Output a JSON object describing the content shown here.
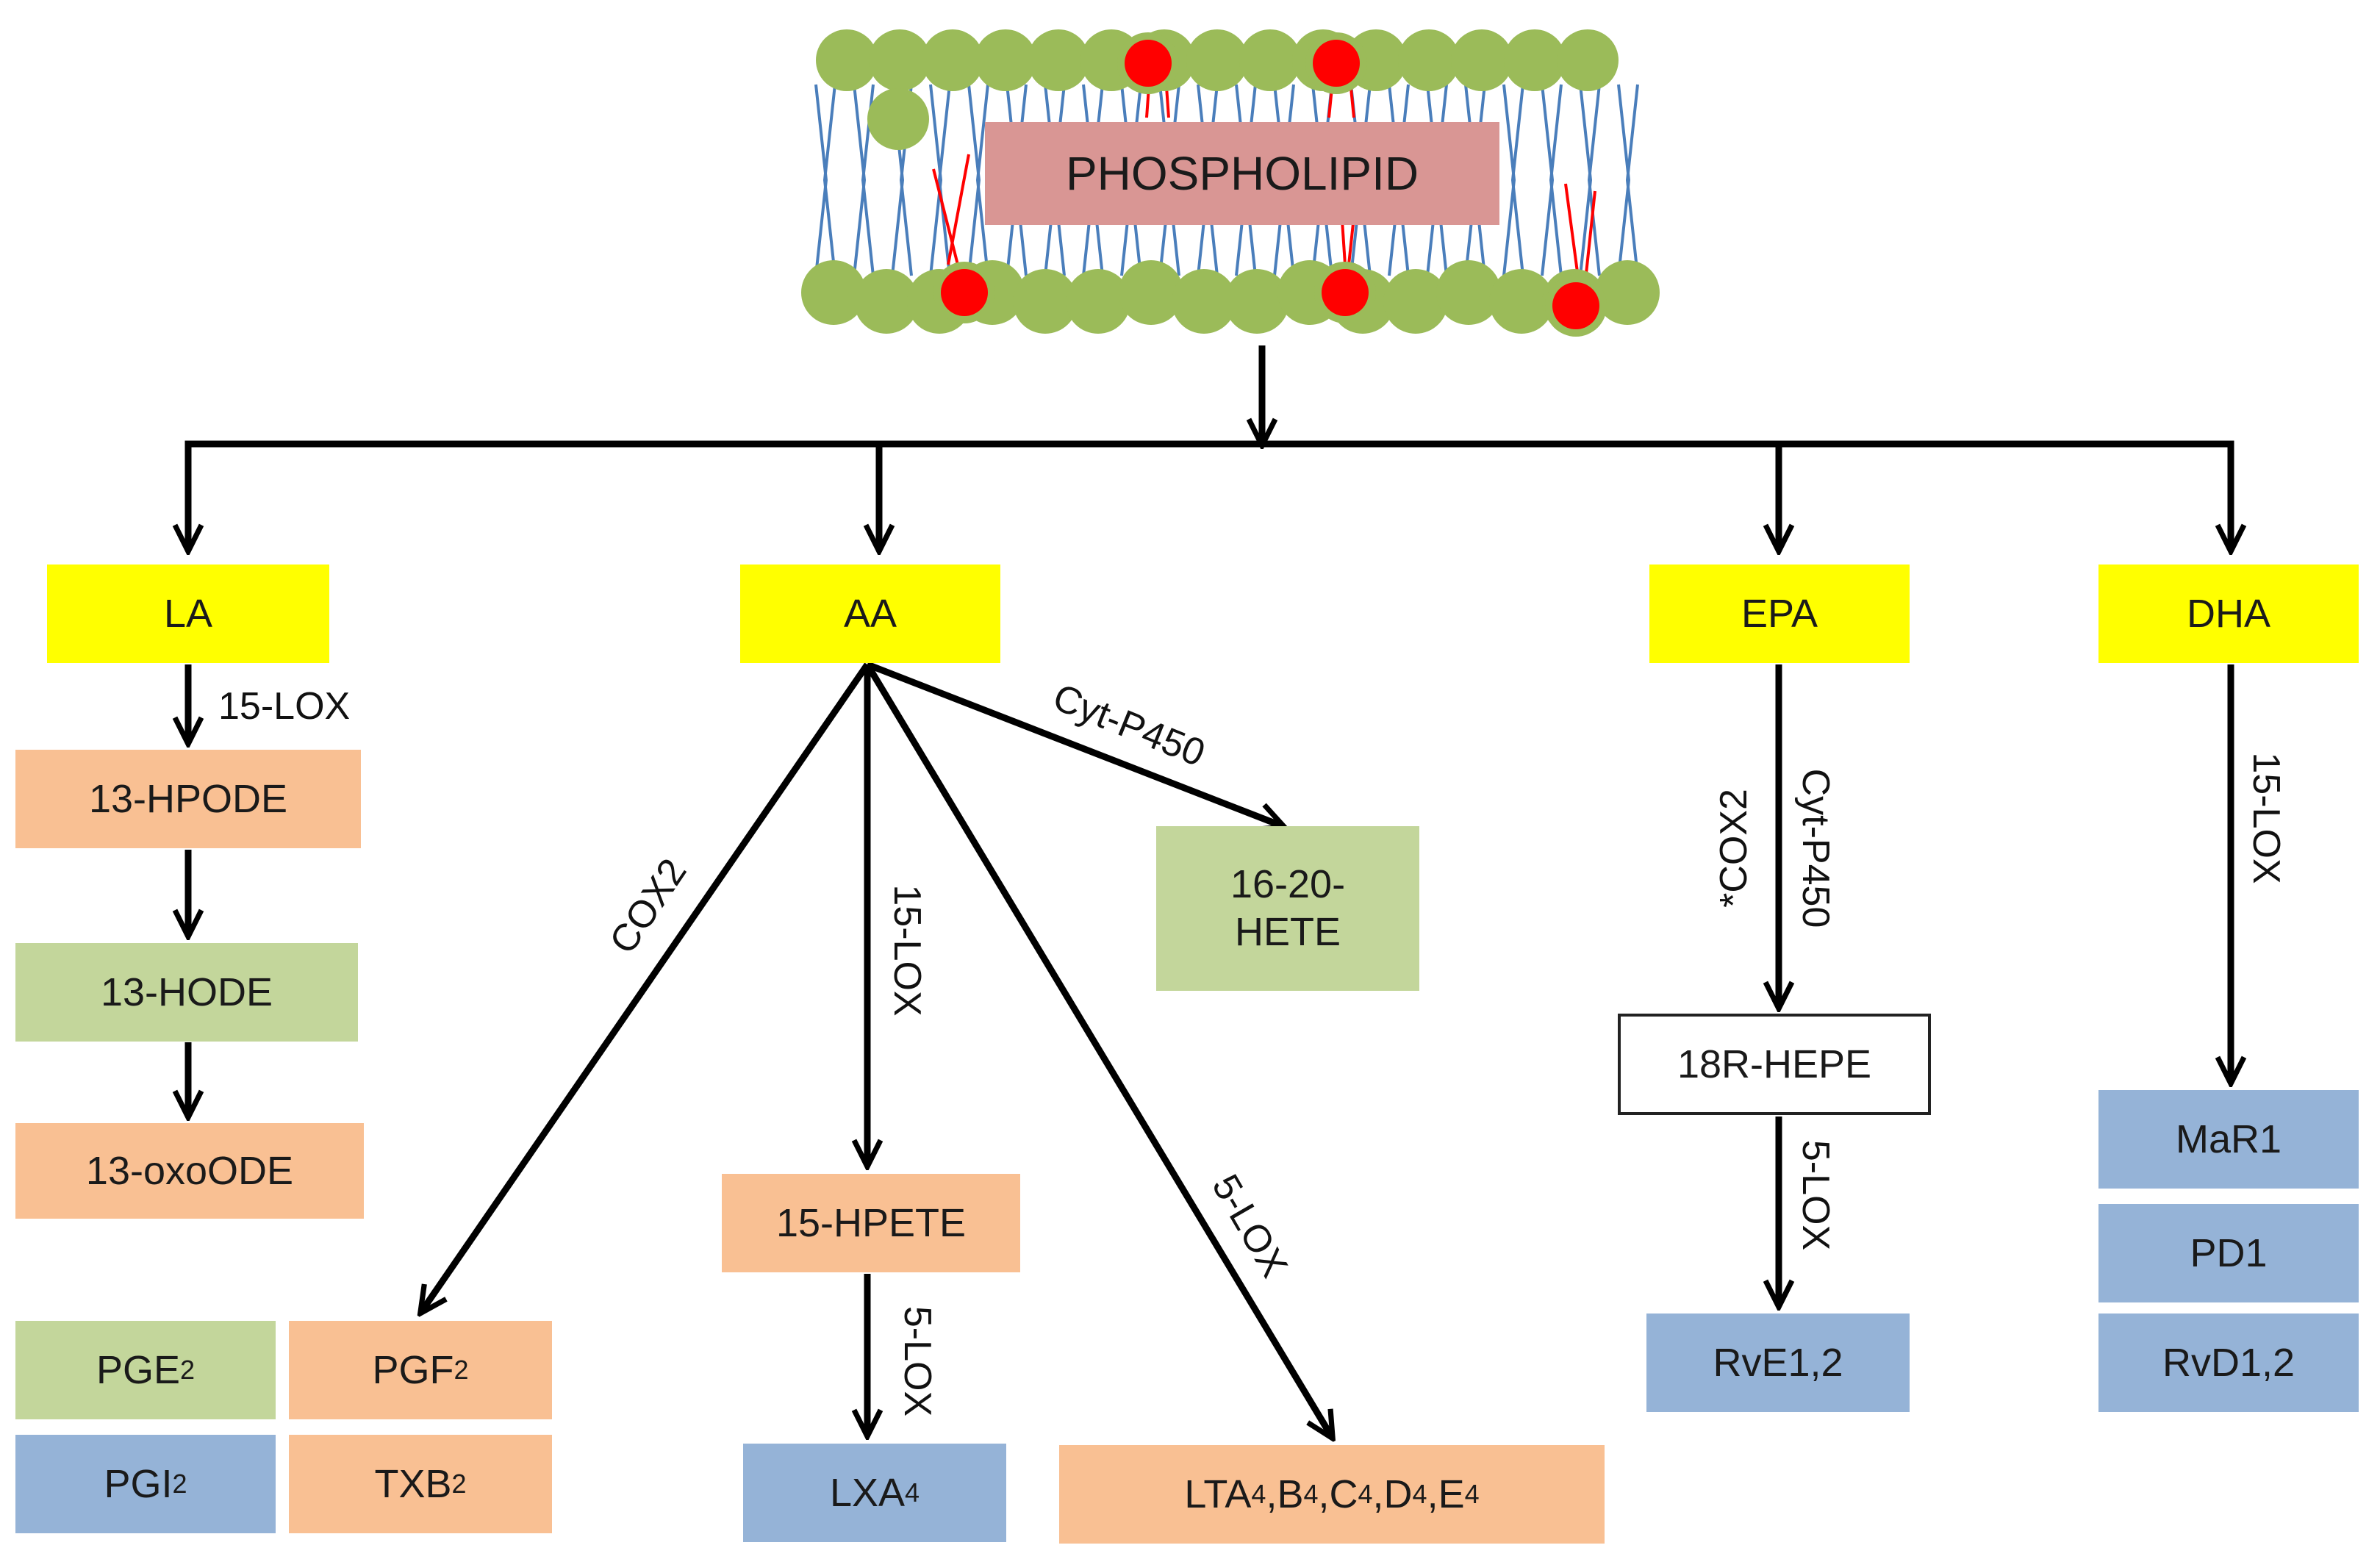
{
  "membrane": {
    "label": "PHOSPHOLIPID"
  },
  "fatty_acids": {
    "la": "LA",
    "aa": "AA",
    "epa": "EPA",
    "dha": "DHA"
  },
  "la_branch": {
    "enzyme": "15-LOX",
    "hpode": "13-HPODE",
    "hode": "13-HODE",
    "oxoode": "13-oxoODE"
  },
  "aa_branch": {
    "enzymes": {
      "cox2": "COX2",
      "lox15": "15-LOX",
      "lox5_from_hpete": "5-LOX",
      "lox5": "5-LOX",
      "cyp450": "Cyt-P450"
    },
    "prostanoids": {
      "pge": {
        "base": "PGE",
        "sub": "2"
      },
      "pgf": {
        "base": "PGF",
        "sub": "2"
      },
      "pgi": {
        "base": "PGI",
        "sub": "2"
      },
      "txb": {
        "base": "TXB",
        "sub": "2"
      }
    },
    "hpete": "15-HPETE",
    "lxa": {
      "base": "LXA",
      "sub": "4"
    },
    "lt": {
      "p1": "LTA",
      "p2": ",B",
      "p3": ",C",
      "p4": ",D",
      "p5": ",E",
      "sub": "4"
    },
    "hete": {
      "line1": "16-20-",
      "line2": "HETE"
    }
  },
  "epa_branch": {
    "enzyme_cox2": "*COX2",
    "enzyme_cyp": "Cyt-P450",
    "hepe": "18R-HEPE",
    "enzyme_lox5": "5-LOX",
    "rve": "RvE1,2"
  },
  "dha_branch": {
    "enzyme": "15-LOX",
    "mar": "MaR1",
    "pd": "PD1",
    "rvd": "RvD1,2"
  },
  "colors": {
    "fatty_acid": "#ffff00",
    "peach": "#f9c093",
    "green": "#c3d69b",
    "blue": "#95b3d7",
    "membrane_head": "#9bbb59",
    "membrane_highlight": "#ff0000",
    "membrane_box": "#d99694"
  }
}
